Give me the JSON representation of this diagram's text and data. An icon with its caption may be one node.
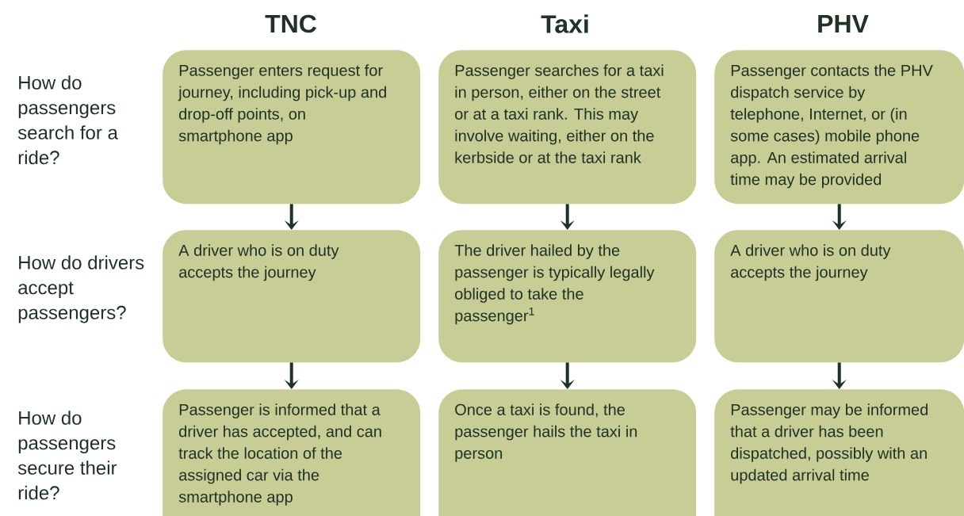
{
  "diagram": {
    "nodes": [
      {
        "text": [
          "Passenger enters request for journey, including pick-up and drop-off points, on smartphone app"
        ]
      },
      {
        "text": [
          "Passenger searches for a taxi in person, either on the street or at a taxi rank. This may involve waiting, either on the kerbside or at the taxi rank"
        ]
      },
      {
        "text": [
          "Passenger contacts the PHV dispatch service by telephone, Internet, or (in some cases) mobile phone app. An estimated arrival time may be provided"
        ]
      },
      {
        "text": [
          "A driver who is on duty accepts the journey"
        ]
      },
      {
        "text": [
          "The driver hailed by the passenger is typically legally obliged to take the passenger$^{1}$"
        ]
      },
      {
        "text": [
          "A driver who is on duty accepts the journey"
        ]
      },
      {
        "text": [
          "Passenger is informed that a driver has accepted, and can track the location of the assigned car via the smartphone app"
        ]
      },
      {
        "text": [
          "Once a taxi is found, the passenger hails the taxi in person"
        ]
      },
      {
        "text": [
          "Passenger may be informed that a driver has been dispatched, possibly with an updated arrival time"
        ]
      }
    ],
    "edges": [
      {
        "from": 0,
        "to": 3,
        "arrow": "to"
      },
      {
        "from": 1,
        "to": 4,
        "arrow": "to"
      },
      {
        "from": 2,
        "to": 5,
        "arrow": "to"
      },
      {
        "from": 3,
        "to": 6,
        "arrow": "to"
      },
      {
        "from": 4,
        "to": 7,
        "arrow": "to"
      },
      {
        "from": 5,
        "to": 8,
        "arrow": "to"
      }
    ],
    "labels": [
      "TNC",
      "Taxi",
      "PHV",
      "How do passengers search for a ride?",
      "How do drivers accept passengers?",
      "How do passengers secure their ride?"
    ]
  }
}
